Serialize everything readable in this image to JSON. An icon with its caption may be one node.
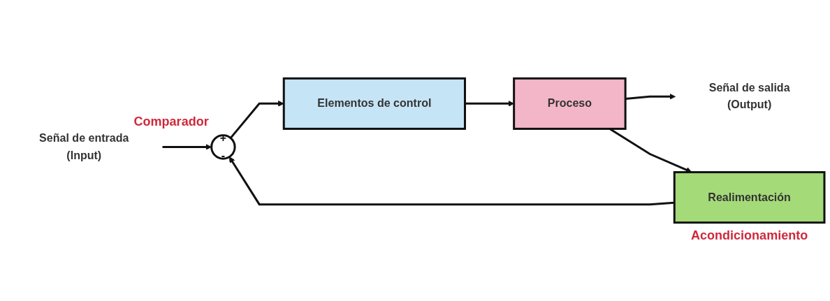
{
  "diagram": {
    "nodes": [
      {
        "text": [
          "Señal de entrada",
          "(Input)"
        ]
      },
      {
        "text": [
          "+",
          "-"
        ],
        "beside": [
          "Comparador"
        ]
      },
      {
        "text": [
          "Elementos de control"
        ]
      },
      {
        "text": [
          "Proceso"
        ]
      },
      {
        "text": [
          "Señal de salida",
          "(Output)"
        ]
      },
      {
        "text": [
          "Realimentación"
        ],
        "beside": [
          "Acondicionamiento"
        ]
      }
    ],
    "edges": [
      {
        "from": 0,
        "to": 1,
        "arrow": "to"
      },
      {
        "from": 1,
        "to": 2,
        "arrow": "to"
      },
      {
        "from": 2,
        "to": 3,
        "arrow": "to"
      },
      {
        "from": 3,
        "to": 4,
        "arrow": "to"
      },
      {
        "from": 3,
        "to": 5,
        "arrow": "to"
      },
      {
        "from": 5,
        "to": 1,
        "arrow": "to"
      }
    ]
  }
}
